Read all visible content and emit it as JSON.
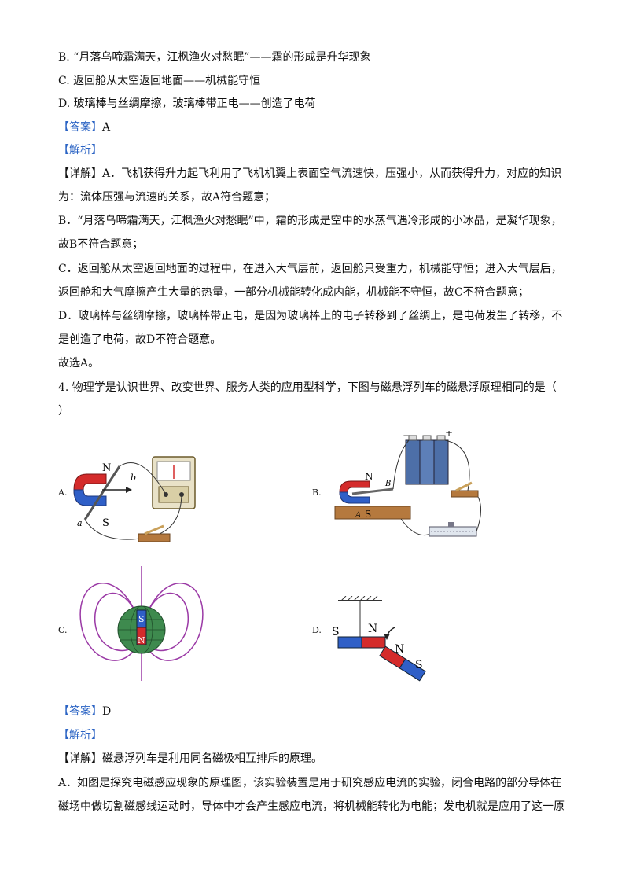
{
  "lines": {
    "l1": "B. “月落乌啼霜满天，江枫渔火对愁眠”——霜的形成是升华现象",
    "l2": "C. 返回舱从太空返回地面——机械能守恒",
    "l3": "D. 玻璃棒与丝绸摩擦，玻璃棒带正电——创造了电荷",
    "ans1_tag": "【答案】",
    "ans1_val": "A",
    "analysis1_tag": "【解析】",
    "detail1_tag": "【详解】",
    "detail1_text": "A．飞机获得升力起飞利用了飞机机翼上表面空气流速快，压强小，从而获得升力，对应的知识",
    "l5": "为：流体压强与流速的关系，故A符合题意；",
    "l6": "B．“月落乌啼霜满天，江枫渔火对愁眠”中，霜的形成是空中的水蒸气遇冷形成的小冰晶，是凝华现象，",
    "l7": "故B不符合题意；",
    "l8": "C．返回舱从太空返回地面的过程中，在进入大气层前，返回舱只受重力，机械能守恒；进入大气层后，",
    "l9": "返回舱和大气摩擦产生大量的热量，一部分机械能转化成内能，机械能不守恒，故C不符合题意；",
    "l10": "D．玻璃棒与丝绸摩擦，玻璃棒带正电，是因为玻璃棒上的电子转移到了丝绸上，是电荷发生了转移，不",
    "l11": "是创造了电荷，故D不符合题意。",
    "l12": "故选A。",
    "q4": "4. 物理学是认识世界、改变世界、服务人类的应用型科学，下图与磁悬浮列车的磁悬浮原理相同的是（",
    "q4b": "）",
    "ans2_tag": "【答案】",
    "ans2_val": "D",
    "analysis2_tag": "【解析】",
    "detail2_tag": "【详解】",
    "detail2_text": "磁悬浮列车是利用同名磁极相互排斥的原理。",
    "l17": "A．如图是探究电磁感应现象的原理图，该实验装置是用于研究感应电流的实验，闭合电路的部分导体在",
    "l18": "磁场中做切割磁感线运动时，导体中才会产生感应电流，将机械能转化为电能；发电机就是应用了这一原"
  },
  "options": {
    "a": "A.",
    "b": "B.",
    "c": "C.",
    "d": "D."
  },
  "figure_labels": {
    "a_n": "N",
    "a_s": "S",
    "a_a": "a",
    "a_b": "b",
    "b_n": "N",
    "b_s": "S",
    "b_a": "A",
    "b_b": "B",
    "b_minus": "−",
    "b_plus": "+",
    "c_s": "S",
    "c_n": "N",
    "d_s1": "S",
    "d_n1": "N",
    "d_n2": "N",
    "d_s2": "S"
  },
  "colors": {
    "tag": "#2a63c4",
    "magnet_red": "#d42b2b",
    "magnet_blue": "#2f5fc7",
    "field_line": "#9b3aa6",
    "globe_green": "#3e8a4e",
    "wood": "#b5793e"
  }
}
